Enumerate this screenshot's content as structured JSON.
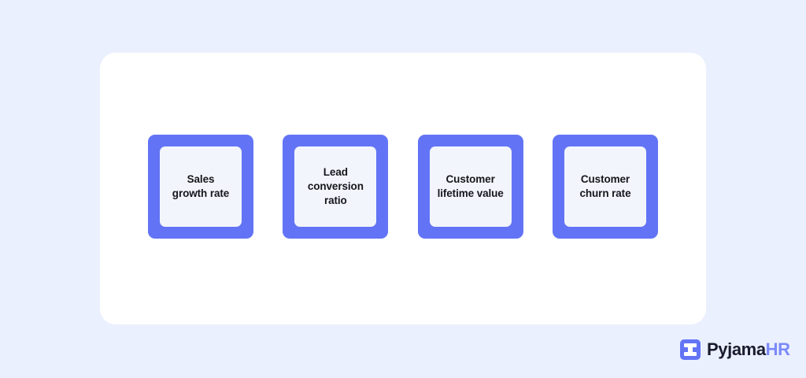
{
  "theme": {
    "page_background": "#EBF0FE",
    "panel_background": "#FFFFFF",
    "card_frame": "#6274F5",
    "card_inner": "#F3F5FC",
    "label_text": "#15171C",
    "brand_primary": "#1A1B2E",
    "brand_accent": "#7B8AF9"
  },
  "panel": {
    "cards": [
      {
        "label": "Sales\ngrowth rate"
      },
      {
        "label": "Lead\nconversion\nratio"
      },
      {
        "label": "Customer\nlifetime value"
      },
      {
        "label": "Customer\nchurn rate"
      }
    ]
  },
  "brand": {
    "mark_icon": "pyjamahr-h-logo-icon",
    "name_primary": "Pyjama",
    "name_accent": "HR"
  }
}
